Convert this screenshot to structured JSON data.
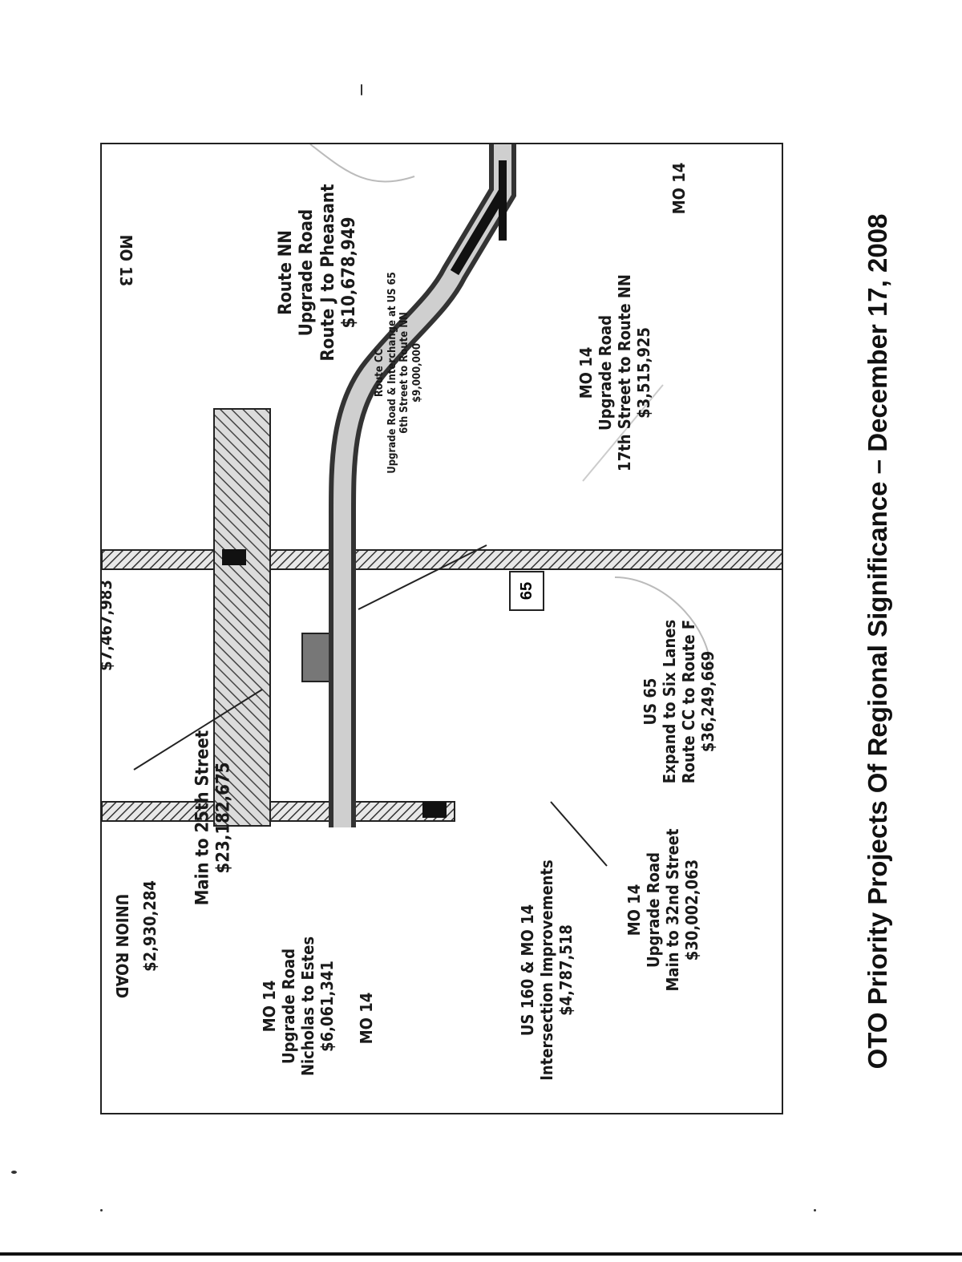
{
  "title": "OTO Priority Projects Of Regional Significance – December 17, 2008",
  "map": {
    "shield_label": "65",
    "labels": [
      {
        "lines": [
          "Main to 25th Street",
          "$23,182,675"
        ]
      },
      {
        "lines": [
          "Route NN",
          "Upgrade Road",
          "Route J to Pheasant",
          "$10,678,949"
        ]
      },
      {
        "lines": [
          "Route CC",
          "Upgrade Road & Interchange at US 65",
          "6th Street to Route NN",
          "$9,000,000"
        ]
      },
      {
        "lines": [
          "MO 14",
          "Upgrade Road",
          "17th Street to Route NN",
          "$3,515,925"
        ]
      },
      {
        "lines": [
          "US 65",
          "Expand to Six Lanes",
          "Route CC to Route F",
          "$36,249,669"
        ]
      },
      {
        "lines": [
          "MO 14",
          "Upgrade Road",
          "Main to 32nd Street",
          "$30,002,063"
        ]
      },
      {
        "lines": [
          "US 160 & MO 14",
          "Intersection Improvements",
          "$4,787,518"
        ]
      },
      {
        "lines": [
          "MO 14",
          "Upgrade Road",
          "Nicholas to Estes",
          "$6,061,341"
        ]
      },
      {
        "lines": [
          "$2,930,284"
        ]
      }
    ],
    "road_labels": [
      "MO 14",
      "MO 14",
      "MO 13"
    ],
    "partial_texts": [
      "$7,467,983",
      "UNION ROAD"
    ]
  }
}
